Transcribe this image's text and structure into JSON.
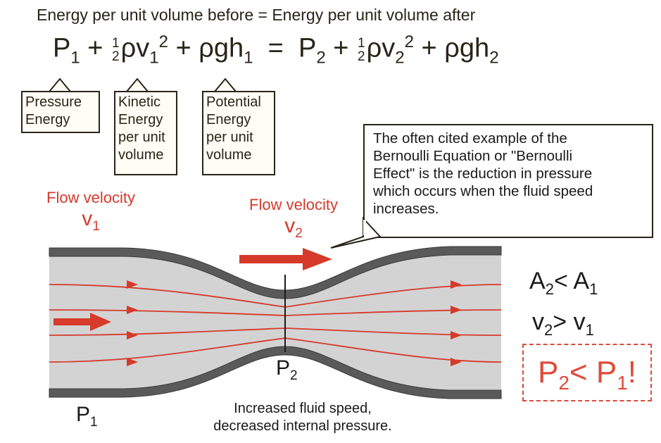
{
  "heading": "Energy per unit volume before = Energy per unit volume after",
  "equation": {
    "p1": "P",
    "p1_sub": "1",
    "plus": "+",
    "frac_num": "1",
    "frac_den": "2",
    "rho_v": "ρv",
    "v1_sub": "1",
    "sq": "2",
    "rho_gh": "ρgh",
    "h1_sub": "1",
    "equals": "=",
    "p2": "P",
    "p2_sub": "2",
    "v2_sub": "2",
    "h2_sub": "2"
  },
  "labels": {
    "pressure": [
      "Pressure",
      "Energy"
    ],
    "kinetic": [
      "Kinetic",
      "Energy",
      "per unit",
      "volume"
    ],
    "potential": [
      "Potential",
      "Energy",
      "per unit",
      "volume"
    ]
  },
  "callout": [
    "The often cited example of the",
    "Bernoulli Equation or \"Bernoulli",
    "Effect\" is the reduction in pressure",
    "which occurs when the fluid speed",
    "increases."
  ],
  "flow1": {
    "label": "Flow velocity",
    "var": "v",
    "sub": "1"
  },
  "flow2": {
    "label": "Flow velocity",
    "var": "v",
    "sub": "2"
  },
  "relations": {
    "area": {
      "a": "A",
      "a_sub": "2",
      "op": "<",
      "b": "A",
      "b_sub": "1"
    },
    "velocity": {
      "a": "v",
      "a_sub": "2",
      "op": ">",
      "b": "v",
      "b_sub": "1"
    }
  },
  "result": {
    "a": "P",
    "a_sub": "2",
    "op": "<",
    "b": "P",
    "b_sub": "1",
    "bang": "!"
  },
  "pipe_labels": {
    "p1": "P",
    "p1_sub": "1",
    "p2": "P",
    "p2_sub": "2"
  },
  "caption": [
    "Increased fluid speed,",
    "decreased internal pressure."
  ],
  "colors": {
    "accent_red": "#d63a2a",
    "pipe_fill": "#d3d3d3",
    "pipe_wall": "#555555",
    "ink": "#2a2418"
  }
}
